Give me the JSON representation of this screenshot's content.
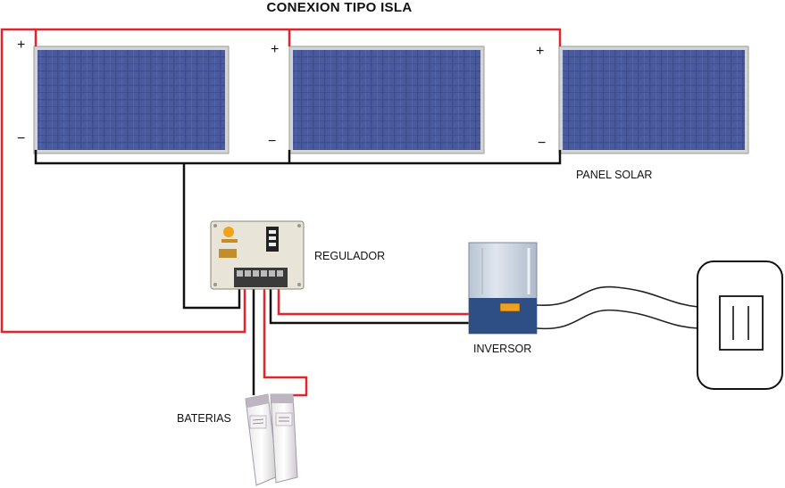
{
  "title": "CONEXION TIPO ISLA",
  "labels": {
    "solar_panel": "PANEL SOLAR",
    "regulator": "REGULADOR",
    "inverter": "INVERSOR",
    "batteries": "BATERIAS"
  },
  "terminals": {
    "positive": "+",
    "negative": "−"
  },
  "colors": {
    "positive_wire": "#e3242b",
    "negative_wire": "#111111",
    "panel_cell": "#3d4a87",
    "panel_frame": "#c9c9c9",
    "inverter_top": "#c9d3de",
    "inverter_bottom": "#2d4f86"
  },
  "icons": [
    "solar-panel-icon",
    "charge-regulator-icon",
    "inverter-icon",
    "battery-icon",
    "wall-outlet-icon"
  ]
}
